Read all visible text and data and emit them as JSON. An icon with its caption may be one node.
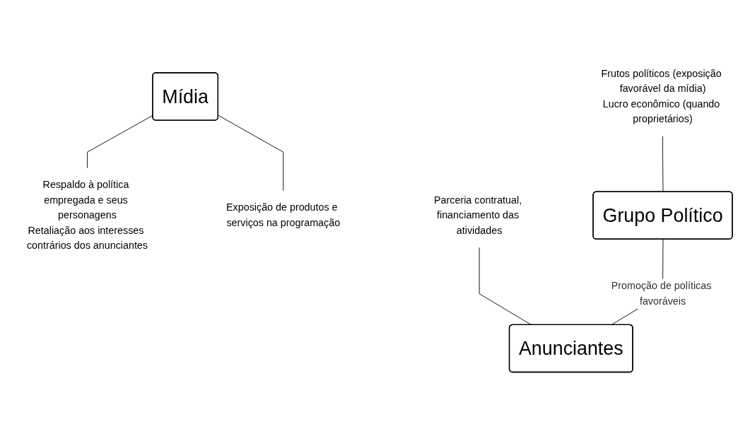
{
  "diagram": {
    "nodes": [
      {
        "text": [
          "Mídia"
        ]
      },
      {
        "text": [
          "Respaldo à política empregada e seus personagens",
          "Retaliação aos interesses contrários dos anunciantes"
        ]
      },
      {
        "text": [
          "Exposição de produtos e serviços na programação"
        ]
      },
      {
        "text": [
          "Frutos políticos (exposição favorável da mídia)",
          "Lucro econômico (quando proprietários)"
        ]
      },
      {
        "text": [
          "Parceria contratual, financiamento das atividades"
        ]
      },
      {
        "text": [
          "Grupo Político"
        ]
      },
      {
        "text": [
          "Anunciantes"
        ]
      }
    ],
    "edges": [
      {
        "from": 0,
        "to": 1,
        "arrow": "none"
      },
      {
        "from": 0,
        "to": 2,
        "arrow": "none"
      },
      {
        "from": 3,
        "to": 5,
        "arrow": "none"
      },
      {
        "from": 4,
        "to": 6,
        "arrow": "none"
      },
      {
        "from": 5,
        "to": 6,
        "arrow": "none",
        "label": "Promoção de políticas favoráveis"
      }
    ]
  }
}
